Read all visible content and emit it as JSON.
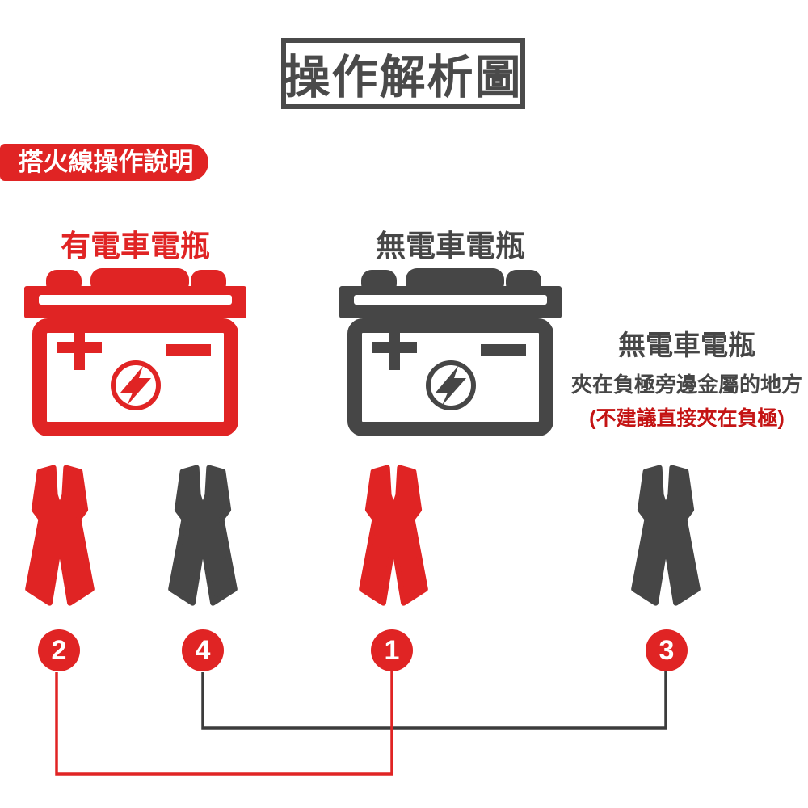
{
  "title": "操作解析圖",
  "badge": "搭火線操作說明",
  "batteries": {
    "charged": {
      "label": "有電車電瓶",
      "color": "#e02424"
    },
    "dead": {
      "label": "無電車電瓶",
      "color": "#464646"
    }
  },
  "note": {
    "title": "無電車電瓶",
    "instruction": "夾在負極旁邊金屬的地方",
    "warning": "(不建議直接夾在負極)"
  },
  "battery_symbols": {
    "positive": "+",
    "negative": "−"
  },
  "steps": [
    {
      "number": "2",
      "clamp_color": "red",
      "column": "charged-battery-positive"
    },
    {
      "number": "4",
      "clamp_color": "black",
      "column": "charged-battery-negative"
    },
    {
      "number": "1",
      "clamp_color": "red",
      "column": "dead-battery-positive"
    },
    {
      "number": "3",
      "clamp_color": "black",
      "column": "ground-metal-point"
    }
  ],
  "icons": {
    "battery": "car-battery-icon",
    "bolt": "lightning-bolt-icon",
    "clamp": "alligator-clamp-icon",
    "plus": "plus-symbol",
    "minus": "minus-symbol"
  },
  "colors": {
    "red": "#e02424",
    "warning_red": "#c41414",
    "dark_gray": "#464646",
    "wire_black": "#3c3c3c",
    "background": "#ffffff"
  }
}
